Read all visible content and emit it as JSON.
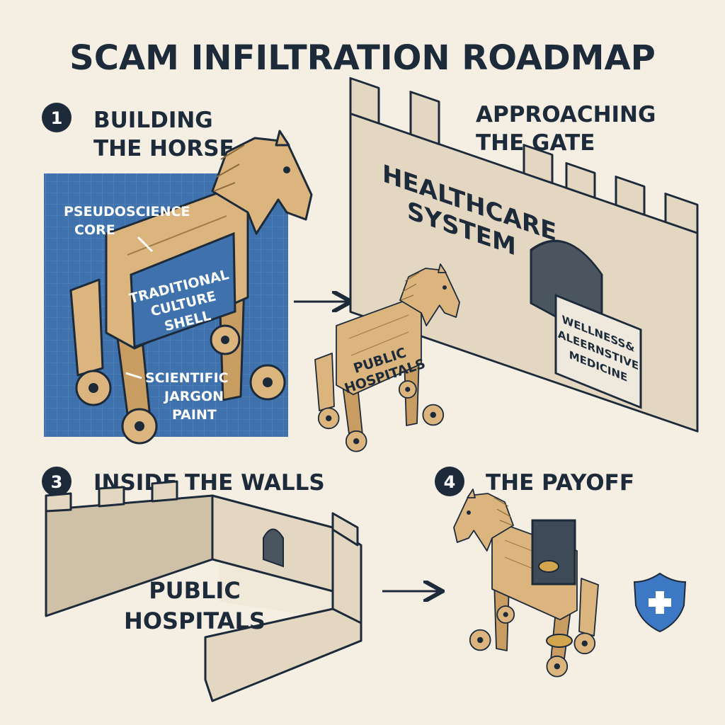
{
  "title": "SCAM INFILTRATION ROADMAP",
  "steps": [
    {
      "number": "1",
      "title_lines": [
        "BUILDING",
        "THE HORSE"
      ]
    },
    {
      "title_lines": [
        "APPROACHING",
        "THE GATE"
      ]
    },
    {
      "number": "3",
      "title": "INSIDE THE WALLS"
    },
    {
      "number": "4",
      "title": "THE PAYOFF"
    }
  ],
  "blueprint_labels": {
    "core": [
      "PSEUDOSCIENCE",
      "CORE"
    ],
    "shell": [
      "TRADITIONAL",
      "CULTURE",
      "SHELL"
    ],
    "paint": [
      "SCIENTIFIC",
      "JARGON",
      "PAINT"
    ]
  },
  "gate": {
    "wall_label": [
      "HEALTHCARE",
      "SYSTEM"
    ],
    "horse_label": [
      "PUBLIC",
      "HOSPITALS"
    ],
    "sign_lines": [
      "WELLNESS&",
      "ALEERNSTIVE",
      "MEDICINE"
    ]
  },
  "inside": {
    "courtyard_label": [
      "PUBLIC",
      "HOSPITALS"
    ]
  },
  "colors": {
    "background": "#f5efe3",
    "ink": "#1c2a3a",
    "wood": "#dcb57e",
    "stone": "#e3d7c2",
    "blueprint": "#3f72ad",
    "shield": "#3d78c4"
  }
}
